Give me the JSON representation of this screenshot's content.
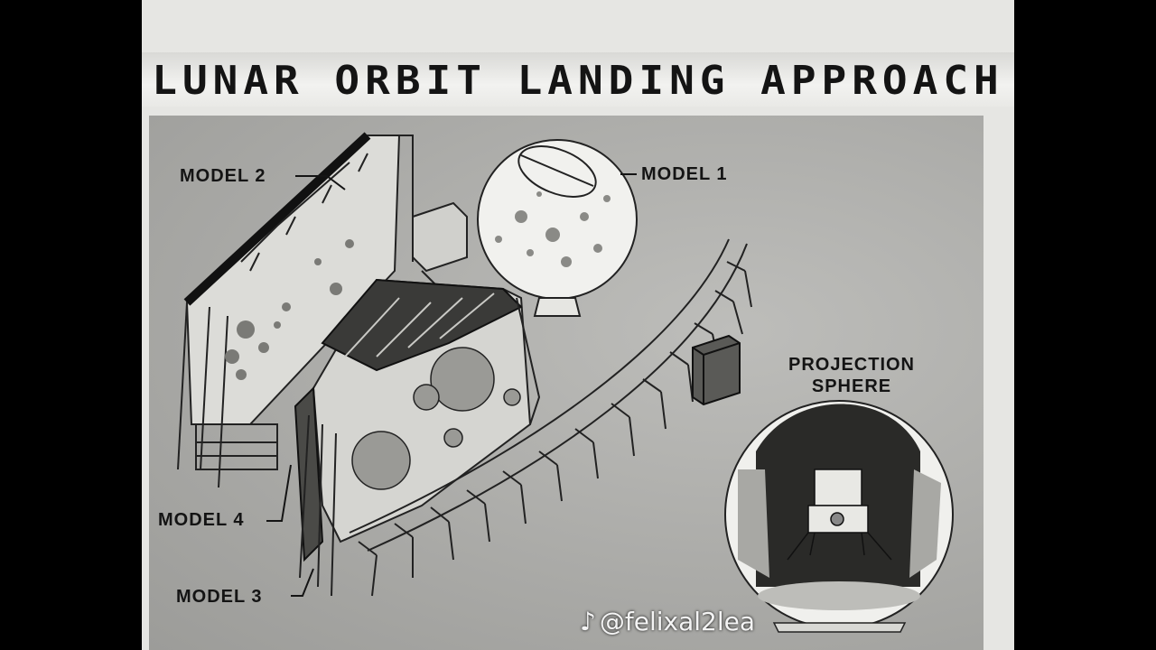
{
  "title": "LUNAR ORBIT LANDING APPROACH",
  "labels": {
    "model_1": "MODEL 1",
    "model_2": "MODEL 2",
    "model_3": "MODEL 3",
    "model_4": "MODEL 4",
    "projection_sphere_line1": "PROJECTION",
    "projection_sphere_line2": "SPHERE"
  },
  "watermark": {
    "handle": "@felixal2lea",
    "logo_icon": "tiktok-icon"
  },
  "colors": {
    "background": "#000000",
    "paper": "#e6e6e3",
    "plate": "#a9a9a6",
    "ink": "#141414"
  }
}
